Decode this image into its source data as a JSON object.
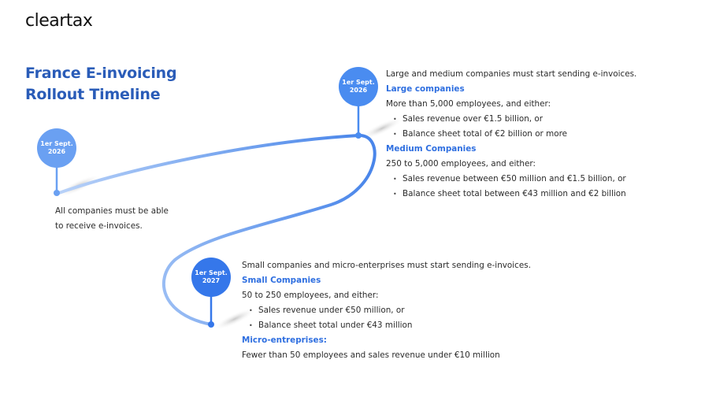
{
  "brand": {
    "logo": "cleartax"
  },
  "header": {
    "title_line1": "France E-invoicing",
    "title_line2": "Rollout Timeline"
  },
  "colors": {
    "title": "#2a5cb8",
    "heading": "#2f6fe0",
    "pin_light": "#6aa0f2",
    "pin_mid": "#4a8cf0",
    "pin_dark": "#3577ea",
    "line": "#4a86ea"
  },
  "milestones": [
    {
      "date_line1": "1er Sept.",
      "date_line2": "2026",
      "description": "All companies must be able",
      "description2": "to receive e-invoices."
    },
    {
      "date_line1": "1er Sept.",
      "date_line2": "2026",
      "description": "Large and medium companies must start sending e-invoices.",
      "groups": [
        {
          "heading": "Large companies",
          "criteria": "More than 5,000 employees, and either:",
          "bullets": [
            "Sales revenue over €1.5 billion, or",
            "Balance sheet total of €2 billion or more"
          ]
        },
        {
          "heading": "Medium Companies",
          "criteria": "250 to 5,000 employees, and either:",
          "bullets": [
            "Sales revenue between €50 million and €1.5 billion, or",
            "Balance sheet total between €43 million and €2 billion"
          ]
        }
      ]
    },
    {
      "date_line1": "1er Sept.",
      "date_line2": "2027",
      "description": "Small companies and micro-enterprises must start sending e-invoices.",
      "groups": [
        {
          "heading": "Small Companies",
          "criteria": "50 to 250 employees, and either:",
          "bullets": [
            "Sales revenue under €50 million, or",
            "Balance sheet total under €43 million"
          ]
        },
        {
          "heading": "Micro-entreprises:",
          "criteria": "Fewer than 50 employees and sales revenue under €10 million"
        }
      ]
    }
  ]
}
